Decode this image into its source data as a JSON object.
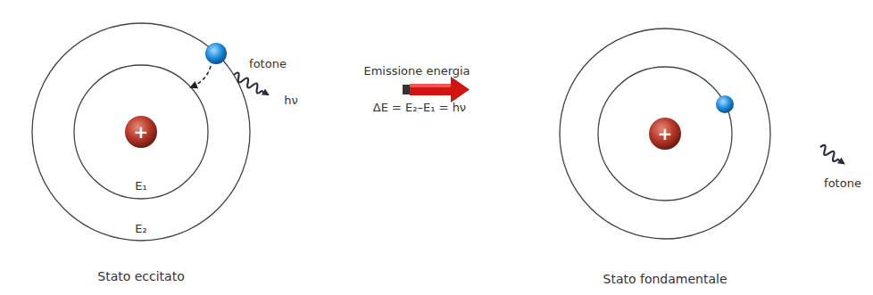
{
  "diagram": {
    "labels": [
      "fotone",
      "hν",
      "E₁",
      "E₂",
      "+",
      "Stato eccitato",
      "Emissione energia",
      "ΔE = E₂–E₁ = hν",
      "+",
      "Stato fondamentale",
      "fotone"
    ]
  }
}
